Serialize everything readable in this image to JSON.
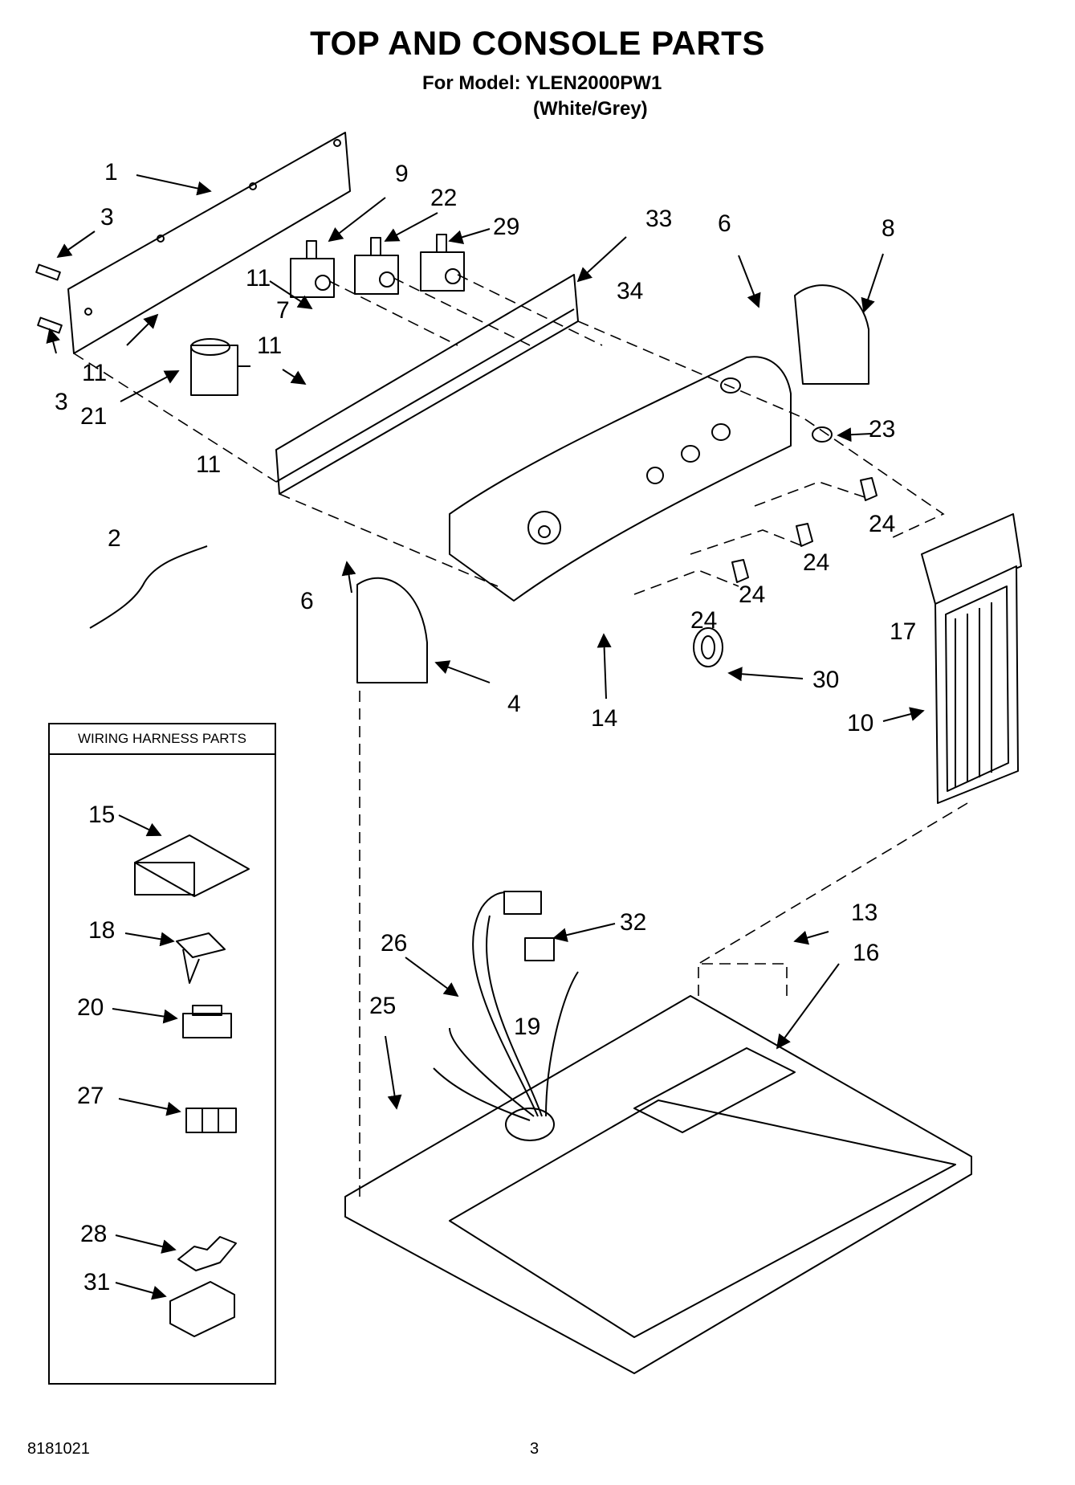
{
  "header": {
    "title": "TOP AND CONSOLE PARTS",
    "model": "For Model: YLEN2000PW1",
    "variant": "(White/Grey)"
  },
  "harness_box": {
    "title": "WIRING HARNESS PARTS"
  },
  "callouts": [
    "1",
    "3",
    "3",
    "9",
    "22",
    "29",
    "33",
    "6",
    "8",
    "11",
    "7",
    "34",
    "11",
    "11",
    "21",
    "11",
    "23",
    "24",
    "24",
    "24",
    "24",
    "2",
    "6",
    "17",
    "4",
    "14",
    "30",
    "10",
    "15",
    "18",
    "20",
    "27",
    "28",
    "31",
    "32",
    "13",
    "26",
    "16",
    "19",
    "25"
  ],
  "footer": {
    "doc_number": "8181021",
    "page_number": "3"
  }
}
